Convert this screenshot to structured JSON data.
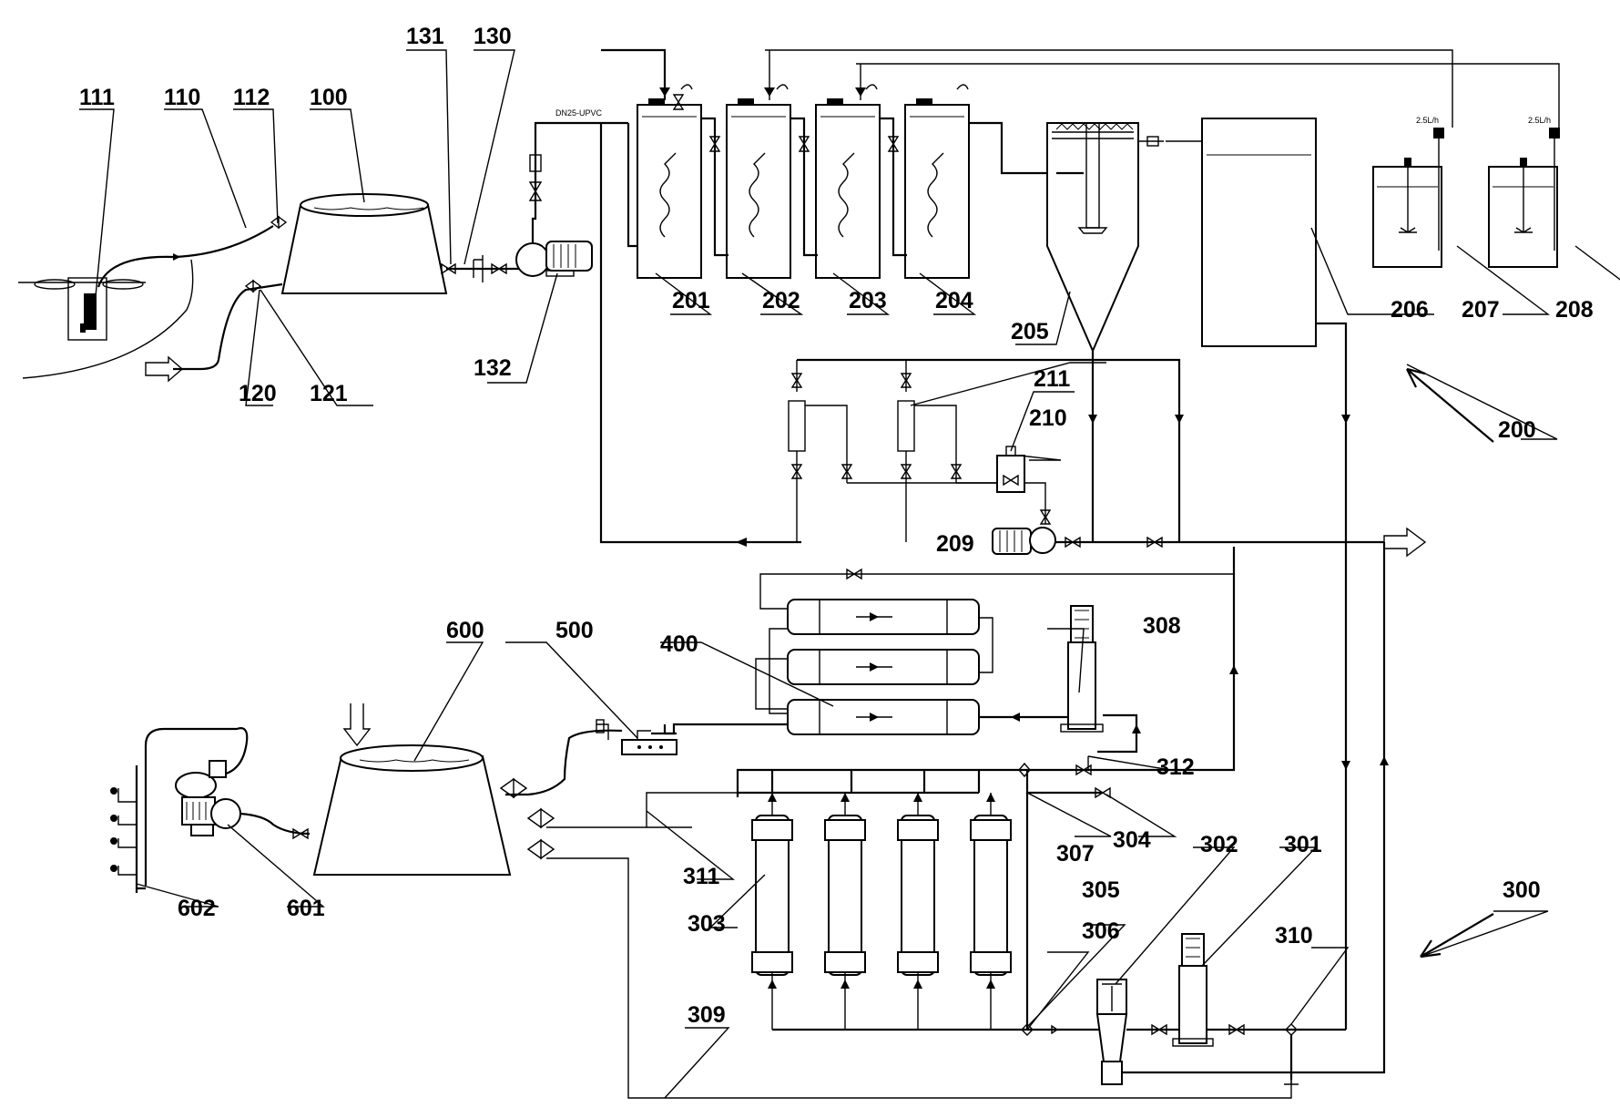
{
  "labels": {
    "l100": "100",
    "l110": "110",
    "l111": "111",
    "l112": "112",
    "l120": "120",
    "l121": "121",
    "l130": "130",
    "l131": "131",
    "l132": "132",
    "l200": "200",
    "l201": "201",
    "l202": "202",
    "l203": "203",
    "l204": "204",
    "l205": "205",
    "l206": "206",
    "l207": "207",
    "l208": "208",
    "l209": "209",
    "l210": "210",
    "l211": "211",
    "l300": "300",
    "l301": "301",
    "l302": "302",
    "l303": "303",
    "l304": "304",
    "l305": "305",
    "l306": "306",
    "l307": "307",
    "l308": "308",
    "l309": "309",
    "l310": "310",
    "l311": "311",
    "l312": "312",
    "l400": "400",
    "l500": "500",
    "l600": "600",
    "l601": "601",
    "l602": "602"
  },
  "annotations": {
    "pipe_spec": "DN25-UPVC",
    "dose_rate_207": "2.5L/h",
    "dose_rate_208": "2.5L/h"
  }
}
